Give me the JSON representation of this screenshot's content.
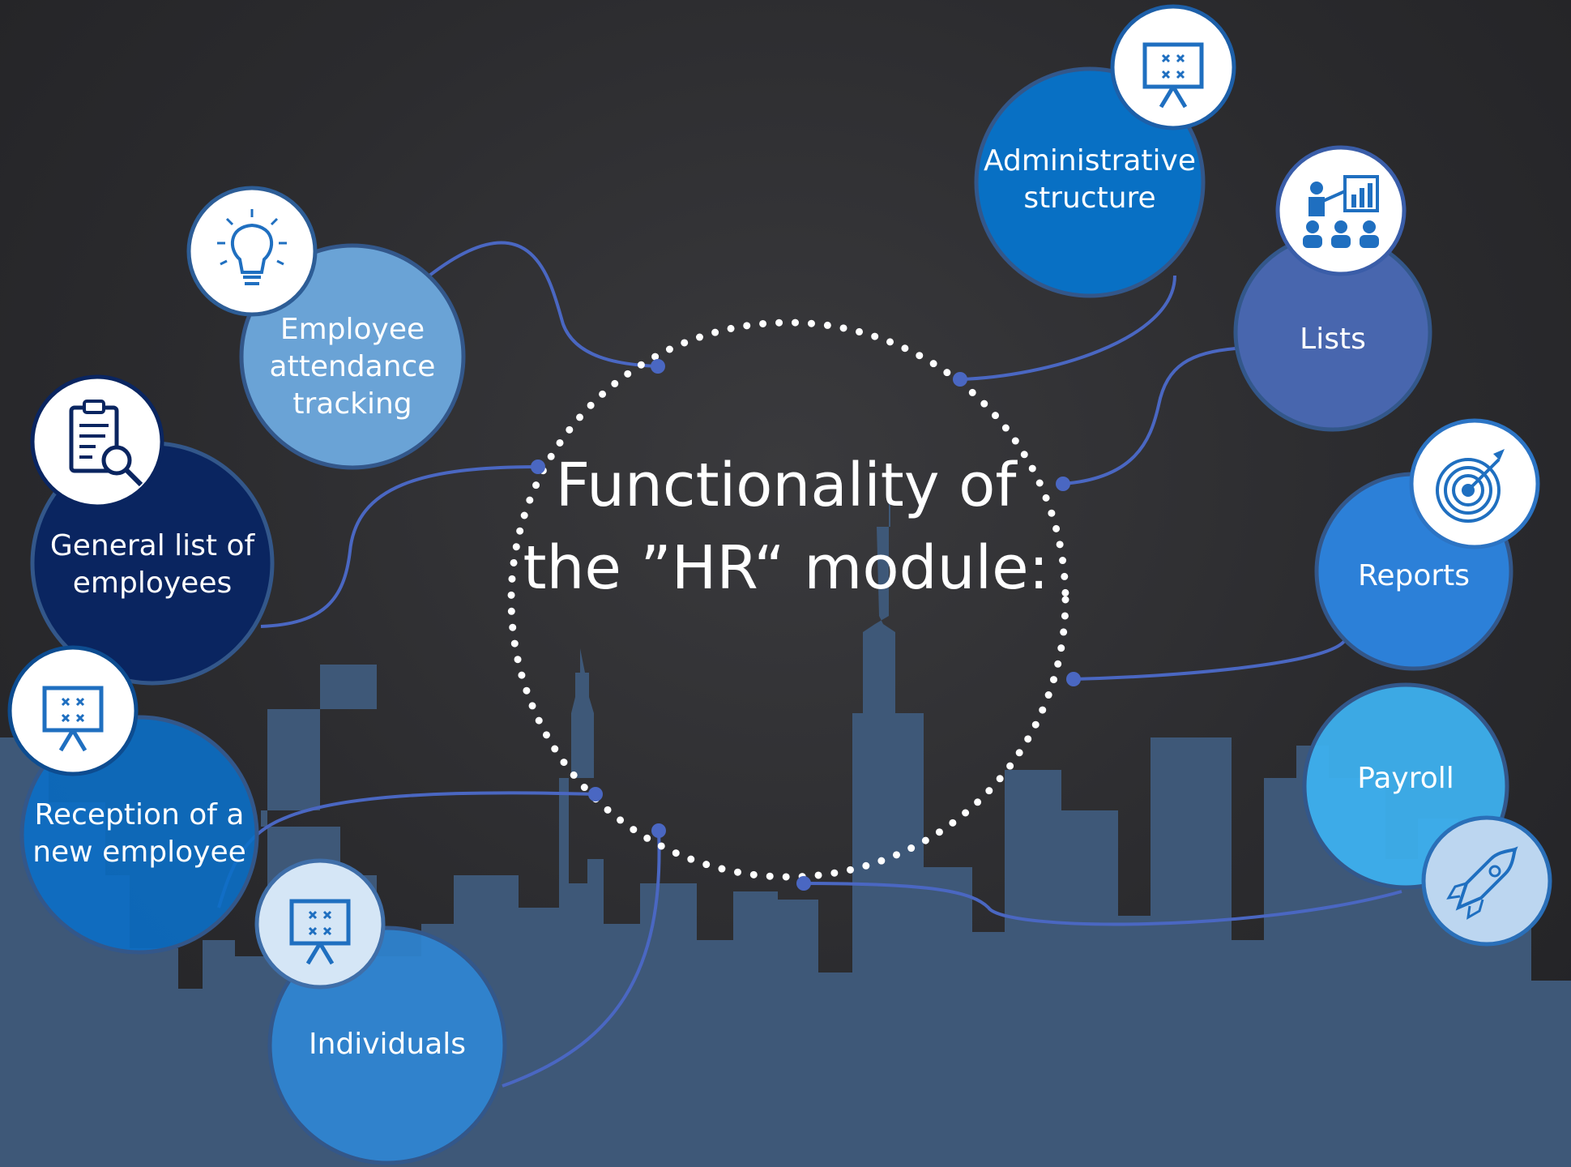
{
  "title": {
    "line1": "Functionality of",
    "line2": "the ”HR“ module:"
  },
  "nodes": {
    "administrative_structure": {
      "label": "Administrative\nstructure",
      "color": "#0870c4",
      "icon": "presentation-board-icon"
    },
    "lists": {
      "label": "Lists",
      "color": "#4866ae",
      "icon": "presenter-audience-icon"
    },
    "reports": {
      "label": "Reports",
      "color": "#2c80d8",
      "icon": "target-arrow-icon"
    },
    "payroll": {
      "label": "Payroll",
      "color": "#3db0ee",
      "icon": "rocket-icon"
    },
    "individuals": {
      "label": "Individuals",
      "color": "#2f86d4",
      "icon": "presentation-board-icon"
    },
    "reception": {
      "label": "Reception of a\nnew employee",
      "color": "#0b6fc6",
      "icon": "presentation-board-icon"
    },
    "general_list": {
      "label": "General list of\nemployees",
      "color": "#0a2560",
      "icon": "clipboard-search-icon"
    },
    "attendance": {
      "label": "Employee\nattendance\ntracking",
      "color": "#6aa3d6",
      "icon": "lightbulb-icon"
    }
  },
  "colors": {
    "connector": "#4a67c2",
    "ring": "#ffffff",
    "skyline": "#3e5878",
    "icon_stroke": "#1f6fc0"
  }
}
